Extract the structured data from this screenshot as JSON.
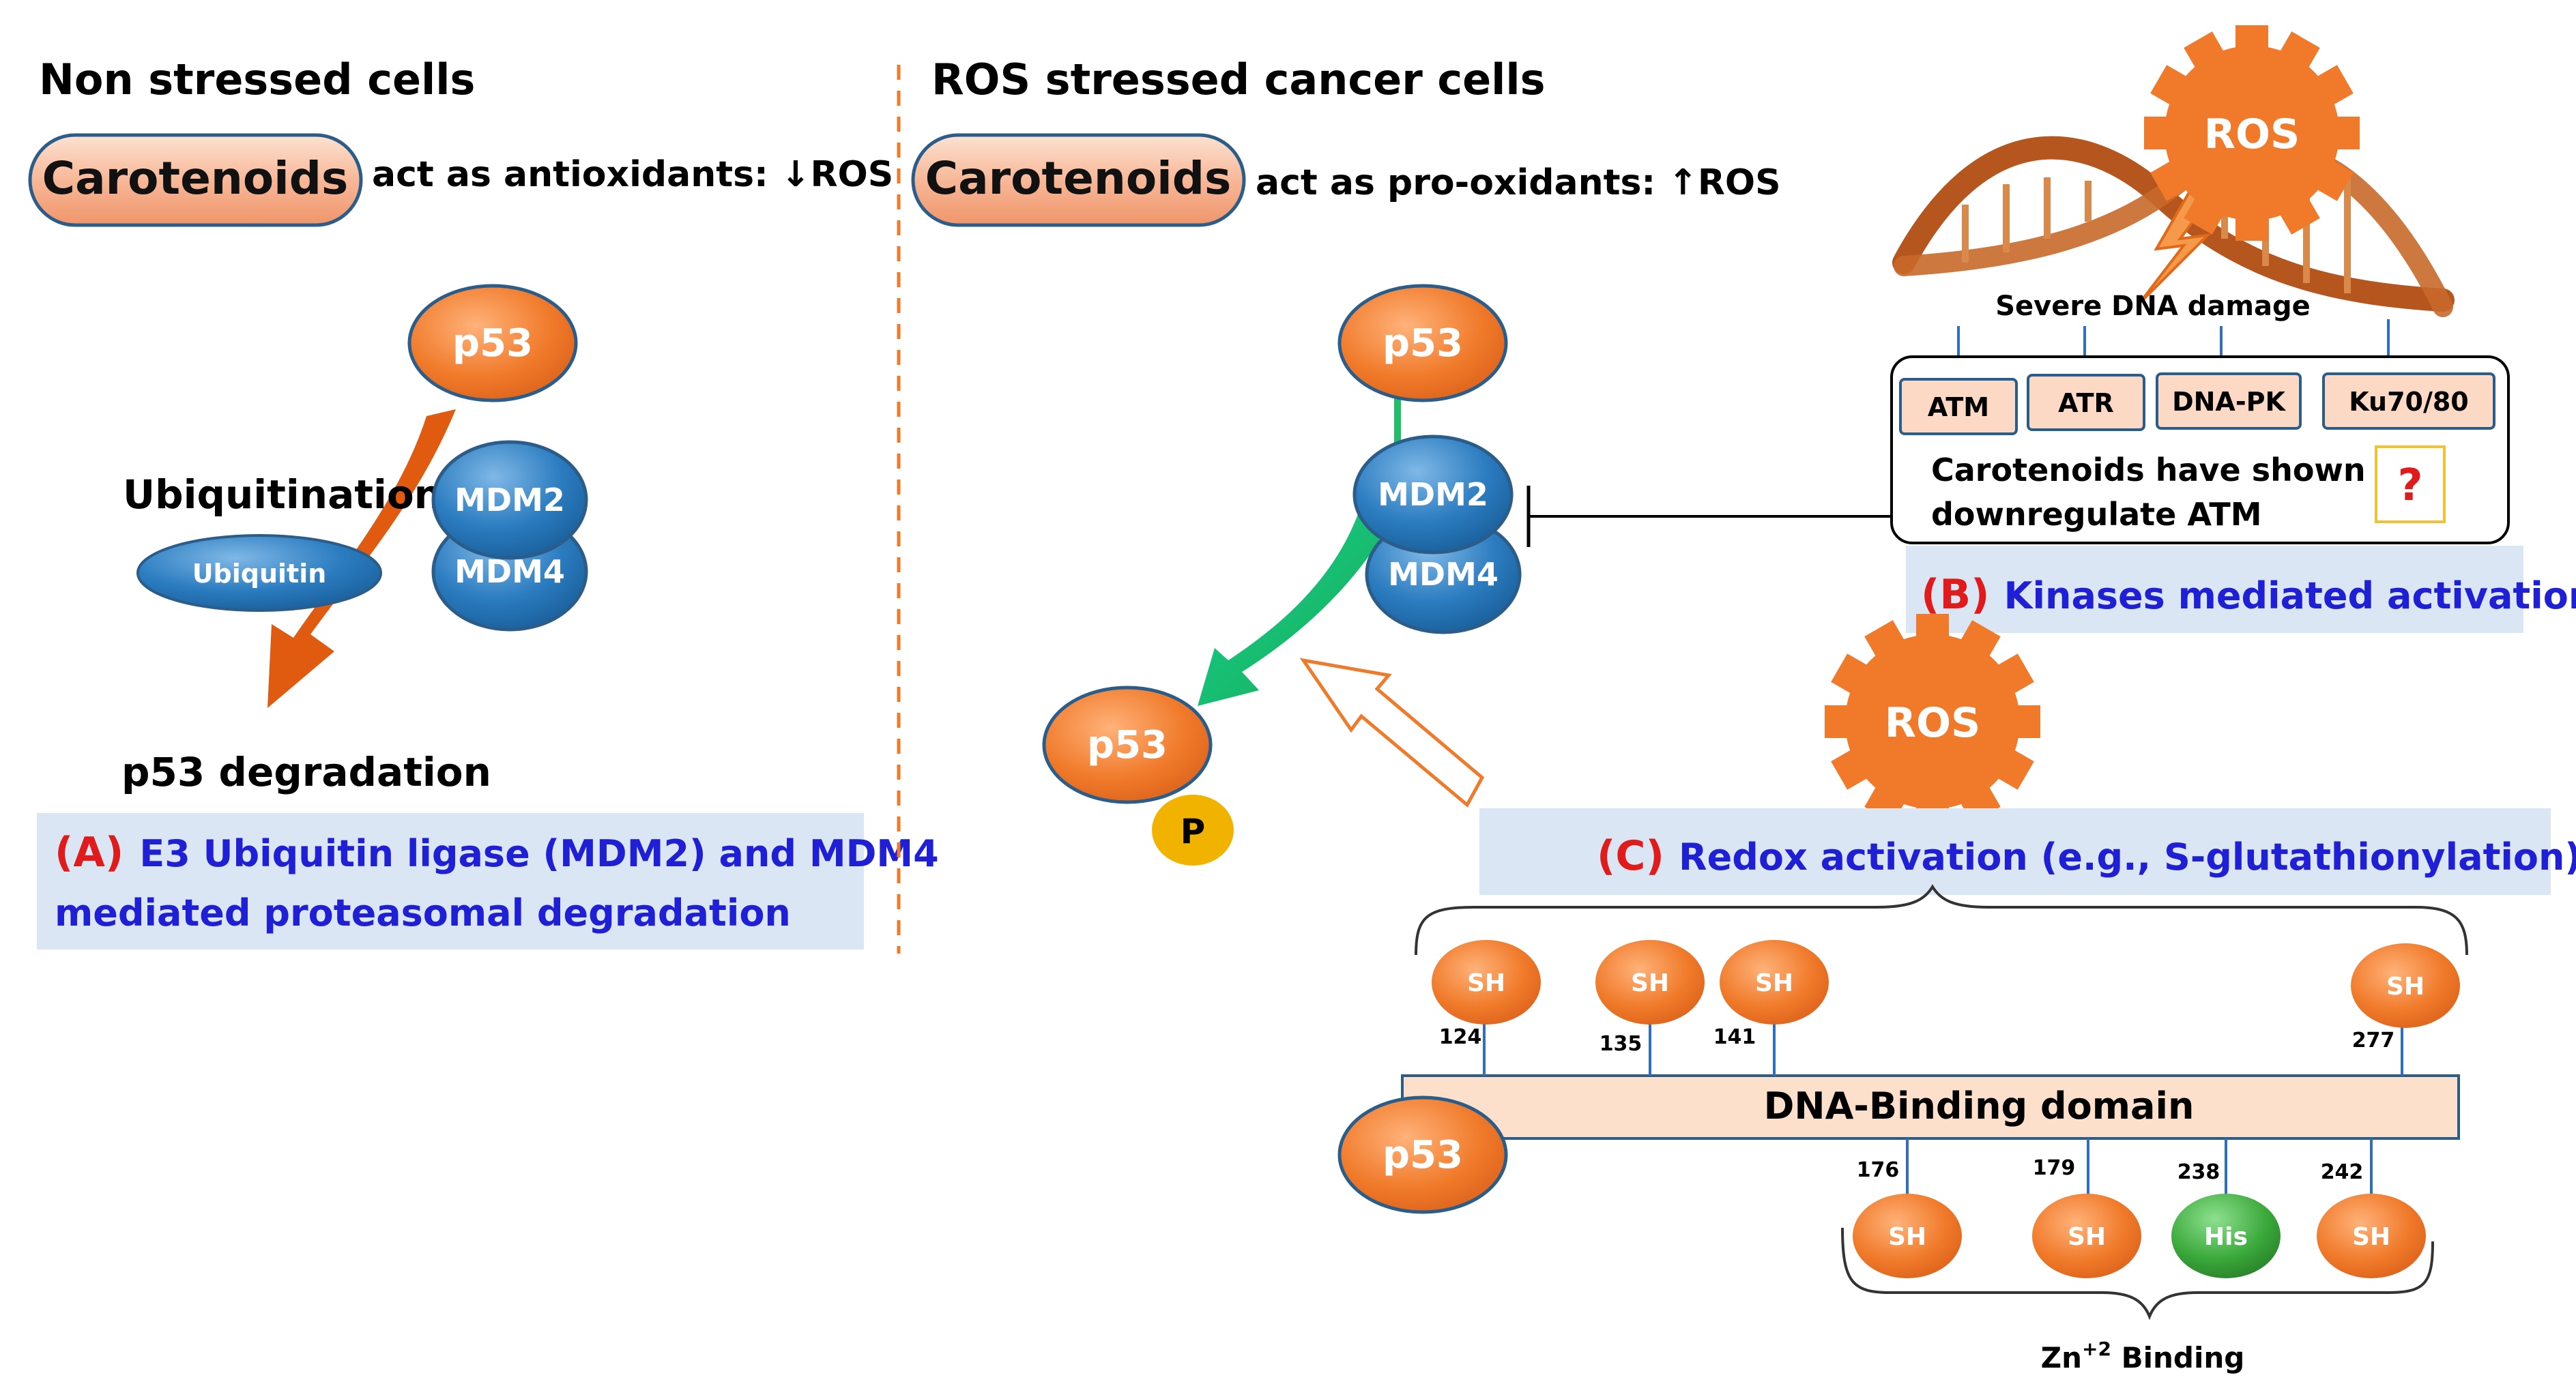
{
  "left_panel": {
    "heading": "Non stressed cells",
    "carotenoids_label": "Carotenoids",
    "carotenoids_action": "act as antioxidants: ↓ROS",
    "p53_label": "p53",
    "ubiquitination_label": "Ubiquitination",
    "ubiquitin_label": "Ubiquitin",
    "mdm2_label": "MDM2",
    "mdm4_label": "MDM4",
    "degradation_label": "p53 degradation",
    "caption": {
      "letter": "(A)",
      "line1": "E3 Ubiquitin ligase (MDM2) and MDM4",
      "line2": "mediated proteasomal degradation"
    }
  },
  "right_panel": {
    "heading": "ROS stressed cancer cells",
    "carotenoids_label": "Carotenoids",
    "carotenoids_action": "act as pro-oxidants: ↑ROS",
    "p53_top_label": "p53",
    "mdm2_label": "MDM2",
    "mdm4_label": "MDM4",
    "p53_active_label": "p53",
    "phospho_label": "P",
    "ros_top_label": "ROS",
    "dna_damage_label": "Severe DNA damage",
    "kinases": [
      "ATM",
      "ATR",
      "DNA-PK",
      "Ku70/80"
    ],
    "kinase_note_line1": "Carotenoids have shown to",
    "kinase_note_line2": "downregulate ATM",
    "question_mark": "?",
    "caption_b": {
      "letter": "(B)",
      "text": "Kinases mediated activation"
    },
    "ros_mid_label": "ROS",
    "caption_c": {
      "letter": "(C)",
      "text": "Redox activation (e.g., S-glutathionylation)"
    },
    "domain_label": "DNA-Binding domain",
    "p53_domain_label": "p53",
    "top_residues": [
      {
        "label": "SH",
        "number": "124"
      },
      {
        "label": "SH",
        "number": "135"
      },
      {
        "label": "SH",
        "number": "141"
      },
      {
        "label": "SH",
        "number": "277"
      }
    ],
    "bottom_residues": [
      {
        "label": "SH",
        "number": "176"
      },
      {
        "label": "SH",
        "number": "179"
      },
      {
        "label": "His",
        "number": "238"
      },
      {
        "label": "SH",
        "number": "242"
      }
    ],
    "zinc_label_base": "Zn",
    "zinc_label_sup": "+2",
    "zinc_label_rest": " Binding"
  },
  "colors": {
    "orange": "#f07a2a",
    "blue": "#1f6fb2",
    "green_arrow": "#1fbf6a",
    "dark_orange_arrow": "#e05a10",
    "caption_bg": "#dae6f3",
    "caption_letter": "#e01b1b",
    "caption_text": "#1f1fd6",
    "his_green": "#3aa83a"
  }
}
